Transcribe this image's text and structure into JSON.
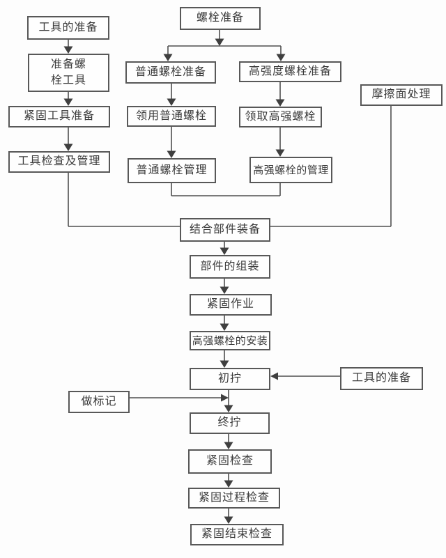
{
  "diagram": {
    "type": "flowchart",
    "language": "zh-CN",
    "colors": {
      "background": "#fdfdfd",
      "box_border": "#585858",
      "box_fill": "#fefefe",
      "line": "#4f4f4f",
      "text": "#3a3a3a"
    },
    "nodes": {
      "tool_preparation_top": "工具的准备",
      "prepare_bolt_tools": "准备螺\n栓工具",
      "fastening_tool_preparation": "紧固工具准备",
      "tool_inspection_management": "工具检查及管理",
      "bolt_preparation": "螺栓准备",
      "ordinary_bolt_preparation": "普通螺栓准备",
      "receive_ordinary_bolts": "领用普通螺栓",
      "ordinary_bolt_management": "普通螺栓管理",
      "high_strength_bolt_preparation": "高强度螺栓准备",
      "receive_high_strength_bolts": "领取高强螺栓",
      "high_strength_bolt_management": "高强螺栓的管理",
      "friction_surface_treatment": "摩擦面处理",
      "joint_component_equipping": "结合部件装备",
      "component_assembly": "部件的组装",
      "fastening_operation": "紧固作业",
      "high_strength_bolt_installation": "高强螺栓的安装",
      "initial_tightening": "初拧",
      "tool_preparation_right": "工具的准备",
      "make_marking": "做标记",
      "final_tightening": "终拧",
      "fastening_inspection": "紧固检查",
      "fastening_process_inspection": "紧固过程检查",
      "fastening_completion_inspection": "紧固结束检查"
    }
  }
}
